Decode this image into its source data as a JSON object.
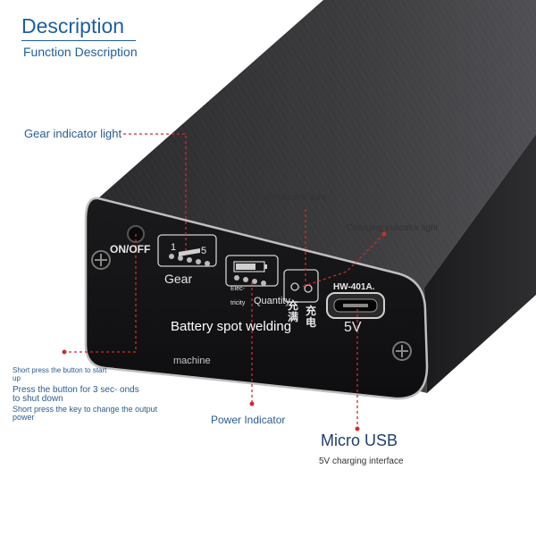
{
  "header": {
    "title": "Description",
    "subtitle": "Function Description"
  },
  "callouts": {
    "gear_indicator": "Gear indicator light",
    "full_indicator": "Full indicator light",
    "charging_indicator": "Charging indicator light",
    "short_press_start": "Short press the button to start up",
    "press_3_sec": "Press the button for 3 sec- onds to shut down",
    "change_output": "Short press the key to change the output power",
    "power_indicator": "Power Indicator",
    "micro_usb": "Micro USB",
    "micro_usb_desc": "5V charging interface"
  },
  "device_panel": {
    "power_button_label": "ON/OFF",
    "gear_scale_min": "1",
    "gear_scale_max": "5",
    "gear_label": "Gear",
    "electricity_line1": "Elec-",
    "electricity_line2": "tricity",
    "quantity_label": "Quantity",
    "charge_full_cn": "充满",
    "charging_cn": "充电",
    "usb_model": "HW-401A.",
    "usb_voltage": "5V"
  },
  "product": {
    "name": "Battery spot welding",
    "name_suffix": "machine"
  }
}
